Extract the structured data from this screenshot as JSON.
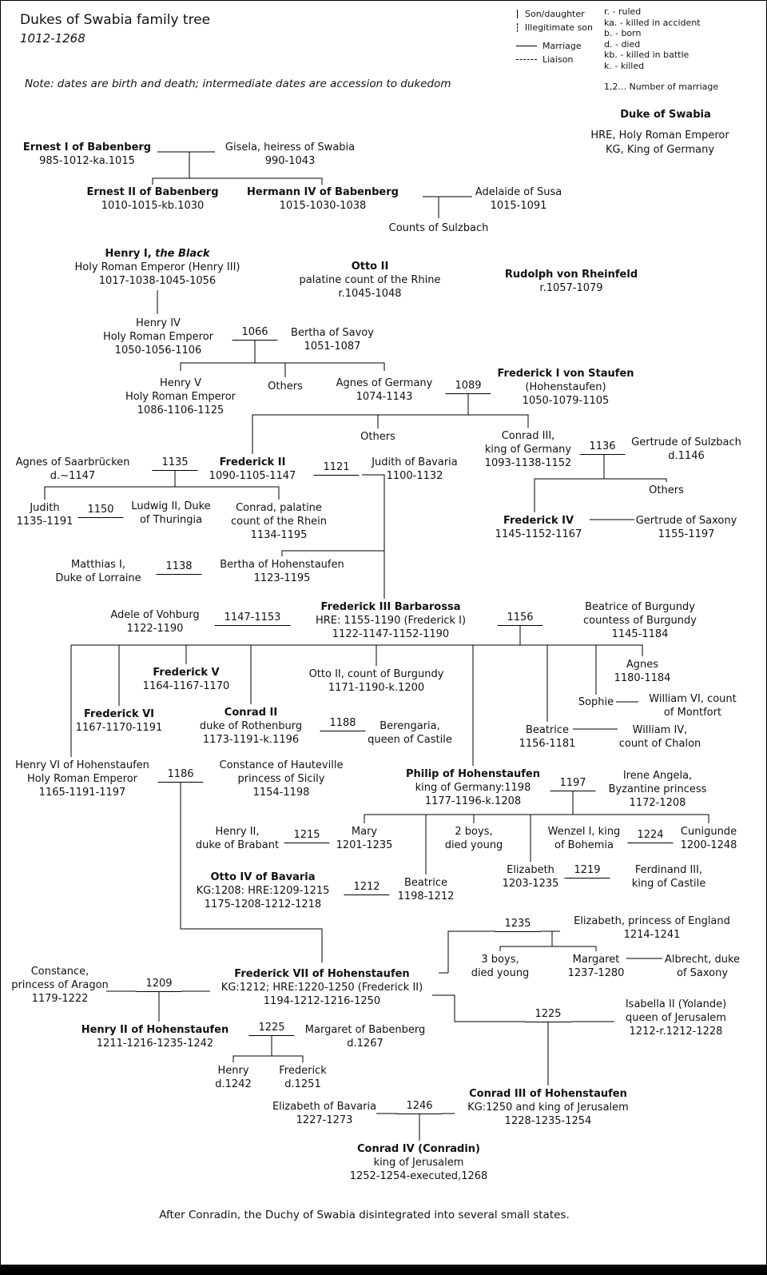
{
  "header": {
    "title": "Dukes of Swabia family tree",
    "subtitle": "1012-1268",
    "note": "Note: dates are birth and death; intermediate dates are accession to dukedom"
  },
  "legend": {
    "items": [
      {
        "label": "Son/daughter"
      },
      {
        "label": "Illegitimate son"
      },
      {
        "label": "Marriage"
      },
      {
        "label": "Liaison"
      }
    ],
    "abbreviations": [
      "r. - ruled",
      "ka. - killed in accident",
      "b. - born",
      "d. - died",
      "kb. - killed in battle",
      "k. - killed"
    ],
    "marriage_note": "1,2... Number of marriage",
    "titles": [
      "Duke of Swabia",
      "HRE, Holy Roman Emperor",
      "KG, King of Germany"
    ]
  },
  "marriages": {
    "m1066": "1066",
    "m1089": "1089",
    "m1121": "1121",
    "m1135": "1135",
    "m1136": "1136",
    "m1138": "1138",
    "m1147": "1147-1153",
    "m1150": "1150",
    "m1156": "1156",
    "m1186": "1186",
    "m1188": "1188",
    "m1197": "1197",
    "m1209": "1209",
    "m1212": "1212",
    "m1215": "1215",
    "m1219": "1219",
    "m1224": "1224",
    "m1225a": "1225",
    "m1225b": "1225",
    "m1235": "1235",
    "m1246": "1246"
  },
  "persons": {
    "ernest1": {
      "name": "Ernest I of Babenberg",
      "line2": "985-1012-ka.1015"
    },
    "gisela": {
      "name": "Gisela, heiress of Swabia",
      "line2": "990-1043"
    },
    "ernest2": {
      "name": "Ernest II of Babenberg",
      "line2": "1010-1015-kb.1030"
    },
    "hermann4": {
      "name": "Hermann IV of Babenberg",
      "line2": "1015-1030-1038"
    },
    "adelaide": {
      "name": "Adelaide of Susa",
      "line2": "1015-1091"
    },
    "sulzbach": {
      "name": "Counts of Sulzbach"
    },
    "henry1": {
      "name": "Henry I, ",
      "name_italic": "the Black",
      "line2": "Holy Roman Emperor (Henry III)",
      "line3": "1017-1038-1045-1056"
    },
    "otto2rhine": {
      "name": "Otto II",
      "line2": "palatine count of the Rhine",
      "line3": "r.1045-1048"
    },
    "rudolph": {
      "name": "Rudolph von Rheinfeld",
      "line2": "r.1057-1079"
    },
    "henry4": {
      "name": "Henry IV",
      "line2": "Holy Roman Emperor",
      "line3": "1050-1056-1106"
    },
    "berthasavoy": {
      "name": "Bertha of Savoy",
      "line2": "1051-1087"
    },
    "henry5": {
      "name": "Henry V",
      "line2": "Holy Roman Emperor",
      "line3": "1086-1106-1125"
    },
    "others1": {
      "name": "Others"
    },
    "agnesgermany": {
      "name": "Agnes of Germany",
      "line2": "1074-1143"
    },
    "frederick1": {
      "name": "Frederick I von Staufen",
      "line2": "(Hohenstaufen)",
      "line3": "1050-1079-1105"
    },
    "others2": {
      "name": "Others"
    },
    "conrad3king": {
      "name": "Conrad III,",
      "line2": "king of Germany",
      "line3": "1093-1138-1152"
    },
    "gertrudesulzbach": {
      "name": "Gertrude of Sulzbach",
      "line2": "d.1146"
    },
    "others3": {
      "name": "Others"
    },
    "agnessaar": {
      "name": "Agnes of Saarbrücken",
      "line2": "d.~1147"
    },
    "frederick2": {
      "name": "Frederick II",
      "line2": "1090-1105-1147"
    },
    "judithbavaria": {
      "name": "Judith of Bavaria",
      "line2": "1100-1132"
    },
    "judith": {
      "name": "Judith",
      "line2": "1135-1191"
    },
    "ludwig2": {
      "name": "Ludwig II, Duke",
      "line2": "of Thuringia"
    },
    "conradpalatine": {
      "name": "Conrad, palatine",
      "line2": "count of the Rhein",
      "line3": "1134-1195"
    },
    "frederick4": {
      "name": "Frederick IV",
      "line2": "1145-1152-1167"
    },
    "gertrudesaxony": {
      "name": "Gertrude of Saxony",
      "line2": "1155-1197"
    },
    "matthias": {
      "name": "Matthias I,",
      "line2": "Duke of Lorraine"
    },
    "berthahohenstaufen": {
      "name": "Bertha of Hohenstaufen",
      "line2": "1123-1195"
    },
    "barbarossa": {
      "name": "Frederick III Barbarossa",
      "line2": "HRE: 1155-1190 (Frederick I)",
      "line3": "1122-1147-1152-1190"
    },
    "adele": {
      "name": "Adele of Vohburg",
      "line2": "1122-1190"
    },
    "beatriceburgundy": {
      "name": "Beatrice of Burgundy",
      "line2": "countess of Burgundy",
      "line3": "1145-1184"
    },
    "agneschild": {
      "name": "Agnes",
      "line2": "1180-1184"
    },
    "frederick5": {
      "name": "Frederick V",
      "line2": "1164-1167-1170"
    },
    "otto2burgundy": {
      "name": "Otto II, count of Burgundy",
      "line2": "1171-1190-k.1200"
    },
    "sophie": {
      "name": "Sophie"
    },
    "william6": {
      "name": "William VI, count",
      "line2": "of Montfort"
    },
    "frederick6": {
      "name": "Frederick VI",
      "line2": "1167-1170-1191"
    },
    "conrad2": {
      "name": "Conrad II",
      "line2": "duke of Rothenburg",
      "line3": "1173-1191-k.1196"
    },
    "berengaria": {
      "name": "Berengaria,",
      "line2": "queen of Castile"
    },
    "beatricechild": {
      "name": "Beatrice",
      "line2": "1156-1181"
    },
    "william4": {
      "name": "William IV,",
      "line2": "count of Chalon"
    },
    "henry6": {
      "name": "Henry VI of Hohenstaufen",
      "line2": "Holy Roman Emperor",
      "line3": "1165-1191-1197"
    },
    "constancehauteville": {
      "name": "Constance of Hauteville",
      "line2": "princess of Sicily",
      "line3": "1154-1198"
    },
    "philip": {
      "name": "Philip of Hohenstaufen",
      "line2": "king of Germany:1198",
      "line3": "1177-1196-k.1208"
    },
    "irene": {
      "name": "Irene Angela,",
      "line2": "Byzantine princess",
      "line3": "1172-1208"
    },
    "henrybrabant": {
      "name": "Henry II,",
      "line2": "duke of Brabant"
    },
    "mary": {
      "name": "Mary",
      "line2": "1201-1235"
    },
    "boys2": {
      "name": "2 boys,",
      "line2": "died young"
    },
    "wenzel": {
      "name": "Wenzel I, king",
      "line2": "of Bohemia"
    },
    "cunigunde": {
      "name": "Cunigunde",
      "line2": "1200-1248"
    },
    "elizabeth1203": {
      "name": "Elizabeth",
      "line2": "1203-1235"
    },
    "ferdinand3": {
      "name": "Ferdinand III,",
      "line2": "king of Castile"
    },
    "otto4": {
      "name": "Otto IV of Bavaria",
      "line2": "KG:1208: HRE:1209-1215",
      "line3": "1175-1208-1212-1218"
    },
    "beatrice1198": {
      "name": "Beatrice",
      "line2": "1198-1212"
    },
    "elizabethengland": {
      "name": "Elizabeth, princess of England",
      "line2": "1214-1241"
    },
    "boys3": {
      "name": "3 boys,",
      "line2": "died young"
    },
    "margaret1237": {
      "name": "Margaret",
      "line2": "1237-1280"
    },
    "albrecht": {
      "name": "Albrecht, duke",
      "line2": "of Saxony"
    },
    "constancearagon": {
      "name": "Constance,",
      "line2": "princess of Aragon",
      "line3": "1179-1222"
    },
    "frederick7": {
      "name": "Frederick VII of Hohenstaufen",
      "line2": "KG:1212; HRE:1220-1250 (Frederick II)",
      "line3": "1194-1212-1216-1250"
    },
    "isabella2": {
      "name": "Isabella II (Yolande)",
      "line2": "queen of Jerusalem",
      "line3": "1212-r.1212-1228"
    },
    "henry2hohenstaufen": {
      "name": "Henry II of Hohenstaufen",
      "line2": "1211-1216-1235-1242"
    },
    "margaretbabenberg": {
      "name": "Margaret of Babenberg",
      "line2": "d.1267"
    },
    "henry1242": {
      "name": "Henry",
      "line2": "d.1242"
    },
    "frederick1251": {
      "name": "Frederick",
      "line2": "d.1251"
    },
    "elizabethbavaria": {
      "name": "Elizabeth of Bavaria",
      "line2": "1227-1273"
    },
    "conrad3hohenstaufen": {
      "name": "Conrad III of Hohenstaufen",
      "line2": "KG:1250 and king of Jerusalem",
      "line3": "1228-1235-1254"
    },
    "conrad4": {
      "name": "Conrad IV (Conradin)",
      "line2": "king of Jerusalem",
      "line3": "1252-1254-executed,1268"
    }
  },
  "footer": "After Conradin, the Duchy of Swabia disintegrated into several small states."
}
